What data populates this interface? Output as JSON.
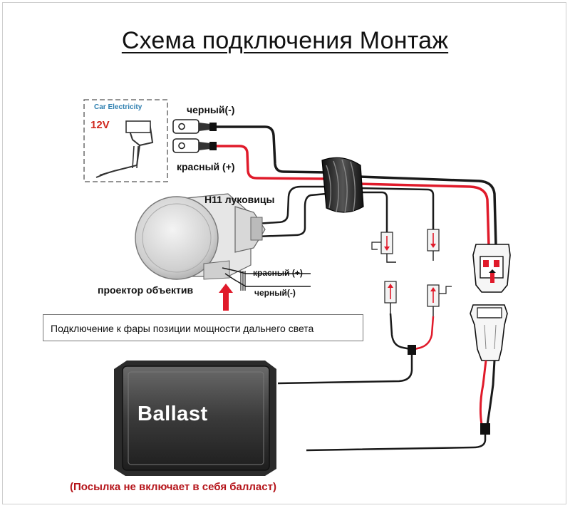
{
  "title": "Схема подключения Монтаж",
  "power_box": {
    "heading": "Car Electricity",
    "voltage": "12V"
  },
  "labels": {
    "black_neg": "черный(-)",
    "red_pos": "красный (+)",
    "bulbs": "H11 луковицы",
    "projector": "проектор объектив",
    "proj_red": "красный (+)",
    "proj_black": "черный(-)"
  },
  "note": "Подключение к фары позиции мощности дальнего света",
  "ballast_label": "Ballast",
  "footnote": "(Посылка не включает в себя балласт)",
  "colors": {
    "wire_red": "#e01a2a",
    "wire_black": "#1a1a1a",
    "footnote": "#b5141a",
    "voltage": "#d0281e",
    "heading": "#2e7fb0"
  }
}
